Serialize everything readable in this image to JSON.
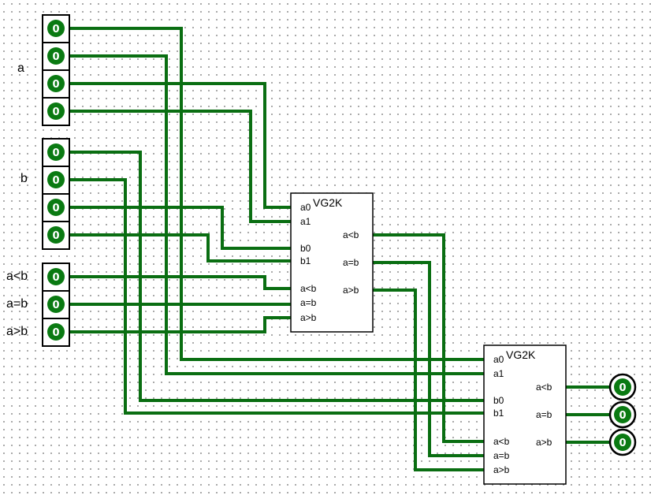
{
  "labels": {
    "a": "a",
    "b": "b",
    "in_lt": "a<b",
    "in_eq": "a=b",
    "in_gt": "a>b"
  },
  "switch_value": "0",
  "output_value": "0",
  "comparator": {
    "title": "VG2K",
    "ports_in": [
      "a0",
      "a1",
      "b0",
      "b1",
      "a<b",
      "a=b",
      "a>b"
    ],
    "ports_out": [
      "a<b",
      "a=b",
      "a>b"
    ]
  },
  "colors": {
    "wire": "#0a6e12",
    "led": "#0a7a12"
  }
}
